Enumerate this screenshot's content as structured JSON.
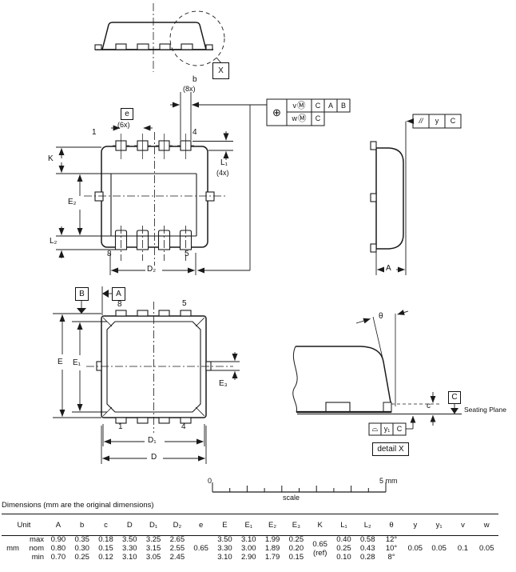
{
  "title": "Dimensions (mm are the original dimensions)",
  "labels": {
    "xbox": "X",
    "b": "b",
    "b_count": "(8x)",
    "e": "e",
    "e_count": "(6x)",
    "top_pin1": "1",
    "top_pin4": "4",
    "top_pin8": "8",
    "top_pin5": "5",
    "k": "K",
    "e2": "E₂",
    "l2": "L₂",
    "d2": "D₂",
    "l1": "L₁",
    "l1_count": "(4x)",
    "a_side": "A",
    "bottom_pin8": "8",
    "bottom_pin5": "5",
    "bottom_pin1": "1",
    "bottom_pin4": "4",
    "e_dim": "E",
    "e1": "E₁",
    "e3": "E₃",
    "d1": "D₁",
    "d": "D",
    "theta": "θ",
    "c": "c",
    "seating_plane": "Seating Plane",
    "detail_x": "detail X",
    "scale_start": "0",
    "scale_end": "5 mm",
    "scale_caption": "scale"
  },
  "datums": {
    "a": "A",
    "b": "B",
    "c": "C"
  },
  "frames": {
    "position": {
      "sym": "⊕",
      "v": "v",
      "w": "w",
      "m": "Ⓜ",
      "c": "C",
      "a": "A",
      "b": "B"
    },
    "parallelism": {
      "sym": "//",
      "tol": "y",
      "datum": "C"
    },
    "profile": {
      "sym": "⌓",
      "tol": "y₁",
      "datum": "C"
    }
  },
  "colors": {
    "line": "#1a1a1a",
    "background": "#ffffff"
  },
  "table": {
    "unit_header": "Unit",
    "unit": "mm",
    "row_labels": [
      "max",
      "nom",
      "min"
    ],
    "columns": [
      {
        "label": "A",
        "values": [
          "0.90",
          "0.80",
          "0.70"
        ]
      },
      {
        "label": "b",
        "values": [
          "0.35",
          "0.30",
          "0.25"
        ]
      },
      {
        "label": "c",
        "values": [
          "0.18",
          "0.15",
          "0.12"
        ]
      },
      {
        "label": "D",
        "values": [
          "3.50",
          "3.30",
          "3.10"
        ]
      },
      {
        "label": "D₁",
        "values": [
          "3.25",
          "3.15",
          "3.05"
        ]
      },
      {
        "label": "D₂",
        "values": [
          "2.65",
          "2.55",
          "2.45"
        ]
      },
      {
        "label": "e",
        "center": [
          "0.65"
        ]
      },
      {
        "label": "E",
        "values": [
          "3.50",
          "3.30",
          "3.10"
        ]
      },
      {
        "label": "E₁",
        "values": [
          "3.10",
          "3.00",
          "2.90"
        ]
      },
      {
        "label": "E₂",
        "values": [
          "1.99",
          "1.89",
          "1.79"
        ]
      },
      {
        "label": "E₃",
        "values": [
          "0.25",
          "0.20",
          "0.15"
        ]
      },
      {
        "label": "K",
        "center": [
          "0.65",
          "(ref)"
        ]
      },
      {
        "label": "L₁",
        "values": [
          "0.40",
          "0.25",
          "0.10"
        ]
      },
      {
        "label": "L₂",
        "values": [
          "0.58",
          "0.43",
          "0.28"
        ]
      },
      {
        "label": "θ",
        "values": [
          "12°",
          "10°",
          "8°"
        ]
      },
      {
        "label": "y",
        "center": [
          "0.05"
        ]
      },
      {
        "label": "y₁",
        "center": [
          "0.05"
        ]
      },
      {
        "label": "v",
        "center": [
          "0.1"
        ]
      },
      {
        "label": "w",
        "center": [
          "0.05"
        ]
      }
    ]
  }
}
